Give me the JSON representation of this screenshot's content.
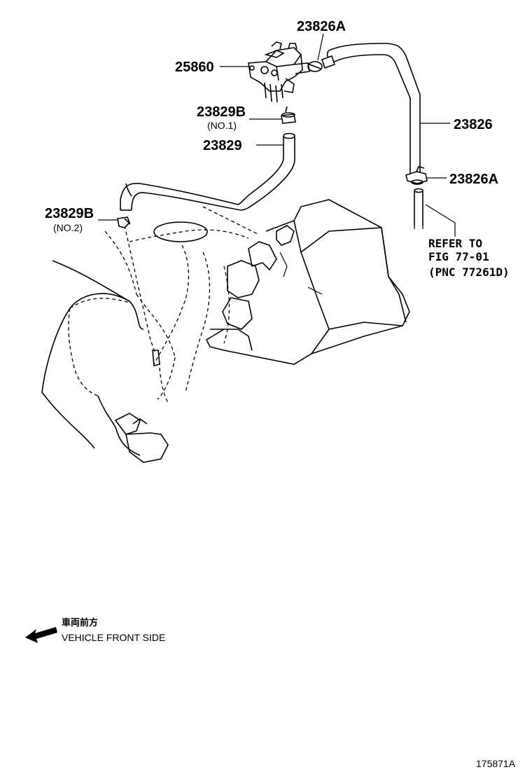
{
  "callouts": {
    "clip_top": "23826A",
    "valve": "25860",
    "clip_no1": "23829B",
    "clip_no1_note": "(NO.1)",
    "hose_short": "23829",
    "hose_long": "23826",
    "clip_right": "23826A",
    "clip_no2": "23829B",
    "clip_no2_note": "(NO.2)"
  },
  "reference": {
    "line1": "REFER TO",
    "line2": "FIG 77-01",
    "line3": "(PNC 77261D)"
  },
  "direction": {
    "japanese": "車両前方",
    "english": "VEHICLE FRONT SIDE"
  },
  "figure_id": "175871A"
}
